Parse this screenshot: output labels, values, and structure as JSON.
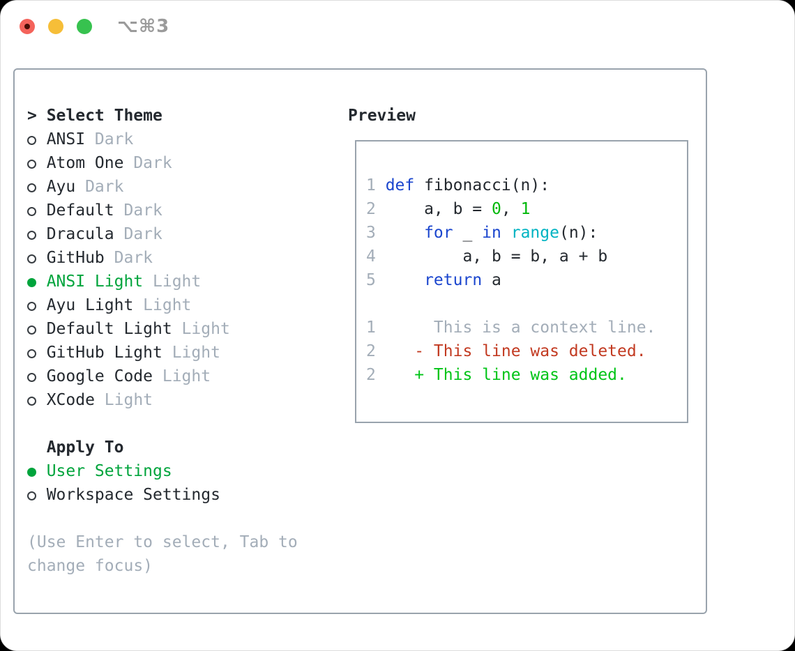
{
  "window": {
    "title": "⌥⌘3"
  },
  "colors": {
    "fg": "#24292F",
    "muted": "#A3ADB8",
    "border": "#99A3AD",
    "selection_green": "#00A43C",
    "added_green": "#00C417",
    "literal_green": "#00B80A",
    "keyword_blue": "#1B46CE",
    "builtin_cyan": "#00B3C2",
    "deleted_red": "#C23A21",
    "title_gray": "#9B9B9B",
    "traffic_red": "#F4635B",
    "traffic_yellow": "#F6BE38",
    "traffic_green": "#37C24F",
    "edited_dot": "#490D05"
  },
  "theme_panel": {
    "prompt": ">",
    "title": "Select Theme",
    "items": [
      {
        "name": "ANSI",
        "variant": "Dark",
        "selected": false
      },
      {
        "name": "Atom One",
        "variant": "Dark",
        "selected": false
      },
      {
        "name": "Ayu",
        "variant": "Dark",
        "selected": false
      },
      {
        "name": "Default",
        "variant": "Dark",
        "selected": false
      },
      {
        "name": "Dracula",
        "variant": "Dark",
        "selected": false
      },
      {
        "name": "GitHub",
        "variant": "Dark",
        "selected": false
      },
      {
        "name": "ANSI Light",
        "variant": "Light",
        "selected": true
      },
      {
        "name": "Ayu Light",
        "variant": "Light",
        "selected": false
      },
      {
        "name": "Default Light",
        "variant": "Light",
        "selected": false
      },
      {
        "name": "GitHub Light",
        "variant": "Light",
        "selected": false
      },
      {
        "name": "Google Code",
        "variant": "Light",
        "selected": false
      },
      {
        "name": "XCode",
        "variant": "Light",
        "selected": false
      }
    ],
    "apply_to": {
      "title": "Apply To",
      "options": [
        {
          "label": "User Settings",
          "selected": true
        },
        {
          "label": "Workspace Settings",
          "selected": false
        }
      ]
    },
    "help_lines": [
      "(Use Enter to select, Tab to",
      "change focus)"
    ]
  },
  "preview": {
    "title": "Preview",
    "lines": [
      {
        "num": "1",
        "segments": [
          {
            "t": "def",
            "c": "blue"
          },
          {
            "t": " fibonacci(n):",
            "c": "fg"
          }
        ]
      },
      {
        "num": "2",
        "segments": [
          {
            "t": "    a, b = ",
            "c": "fg"
          },
          {
            "t": "0",
            "c": "num"
          },
          {
            "t": ", ",
            "c": "fg"
          },
          {
            "t": "1",
            "c": "num"
          }
        ]
      },
      {
        "num": "3",
        "segments": [
          {
            "t": "    ",
            "c": "fg"
          },
          {
            "t": "for",
            "c": "blue"
          },
          {
            "t": " _ ",
            "c": "fg"
          },
          {
            "t": "in",
            "c": "blue"
          },
          {
            "t": " ",
            "c": "fg"
          },
          {
            "t": "range",
            "c": "cyan"
          },
          {
            "t": "(n):",
            "c": "fg"
          }
        ]
      },
      {
        "num": "4",
        "segments": [
          {
            "t": "        a, b = b, a + b",
            "c": "fg"
          }
        ]
      },
      {
        "num": "5",
        "segments": [
          {
            "t": "    ",
            "c": "fg"
          },
          {
            "t": "return",
            "c": "blue"
          },
          {
            "t": " a",
            "c": "fg"
          }
        ]
      },
      {
        "num": "",
        "segments": []
      },
      {
        "num": "1",
        "segments": [
          {
            "t": "     This is a context line.",
            "c": "muted"
          }
        ]
      },
      {
        "num": "2",
        "segments": [
          {
            "t": "   - This line was deleted.",
            "c": "red"
          }
        ]
      },
      {
        "num": "2",
        "segments": [
          {
            "t": "   + This line was added.",
            "c": "added"
          }
        ]
      }
    ]
  }
}
